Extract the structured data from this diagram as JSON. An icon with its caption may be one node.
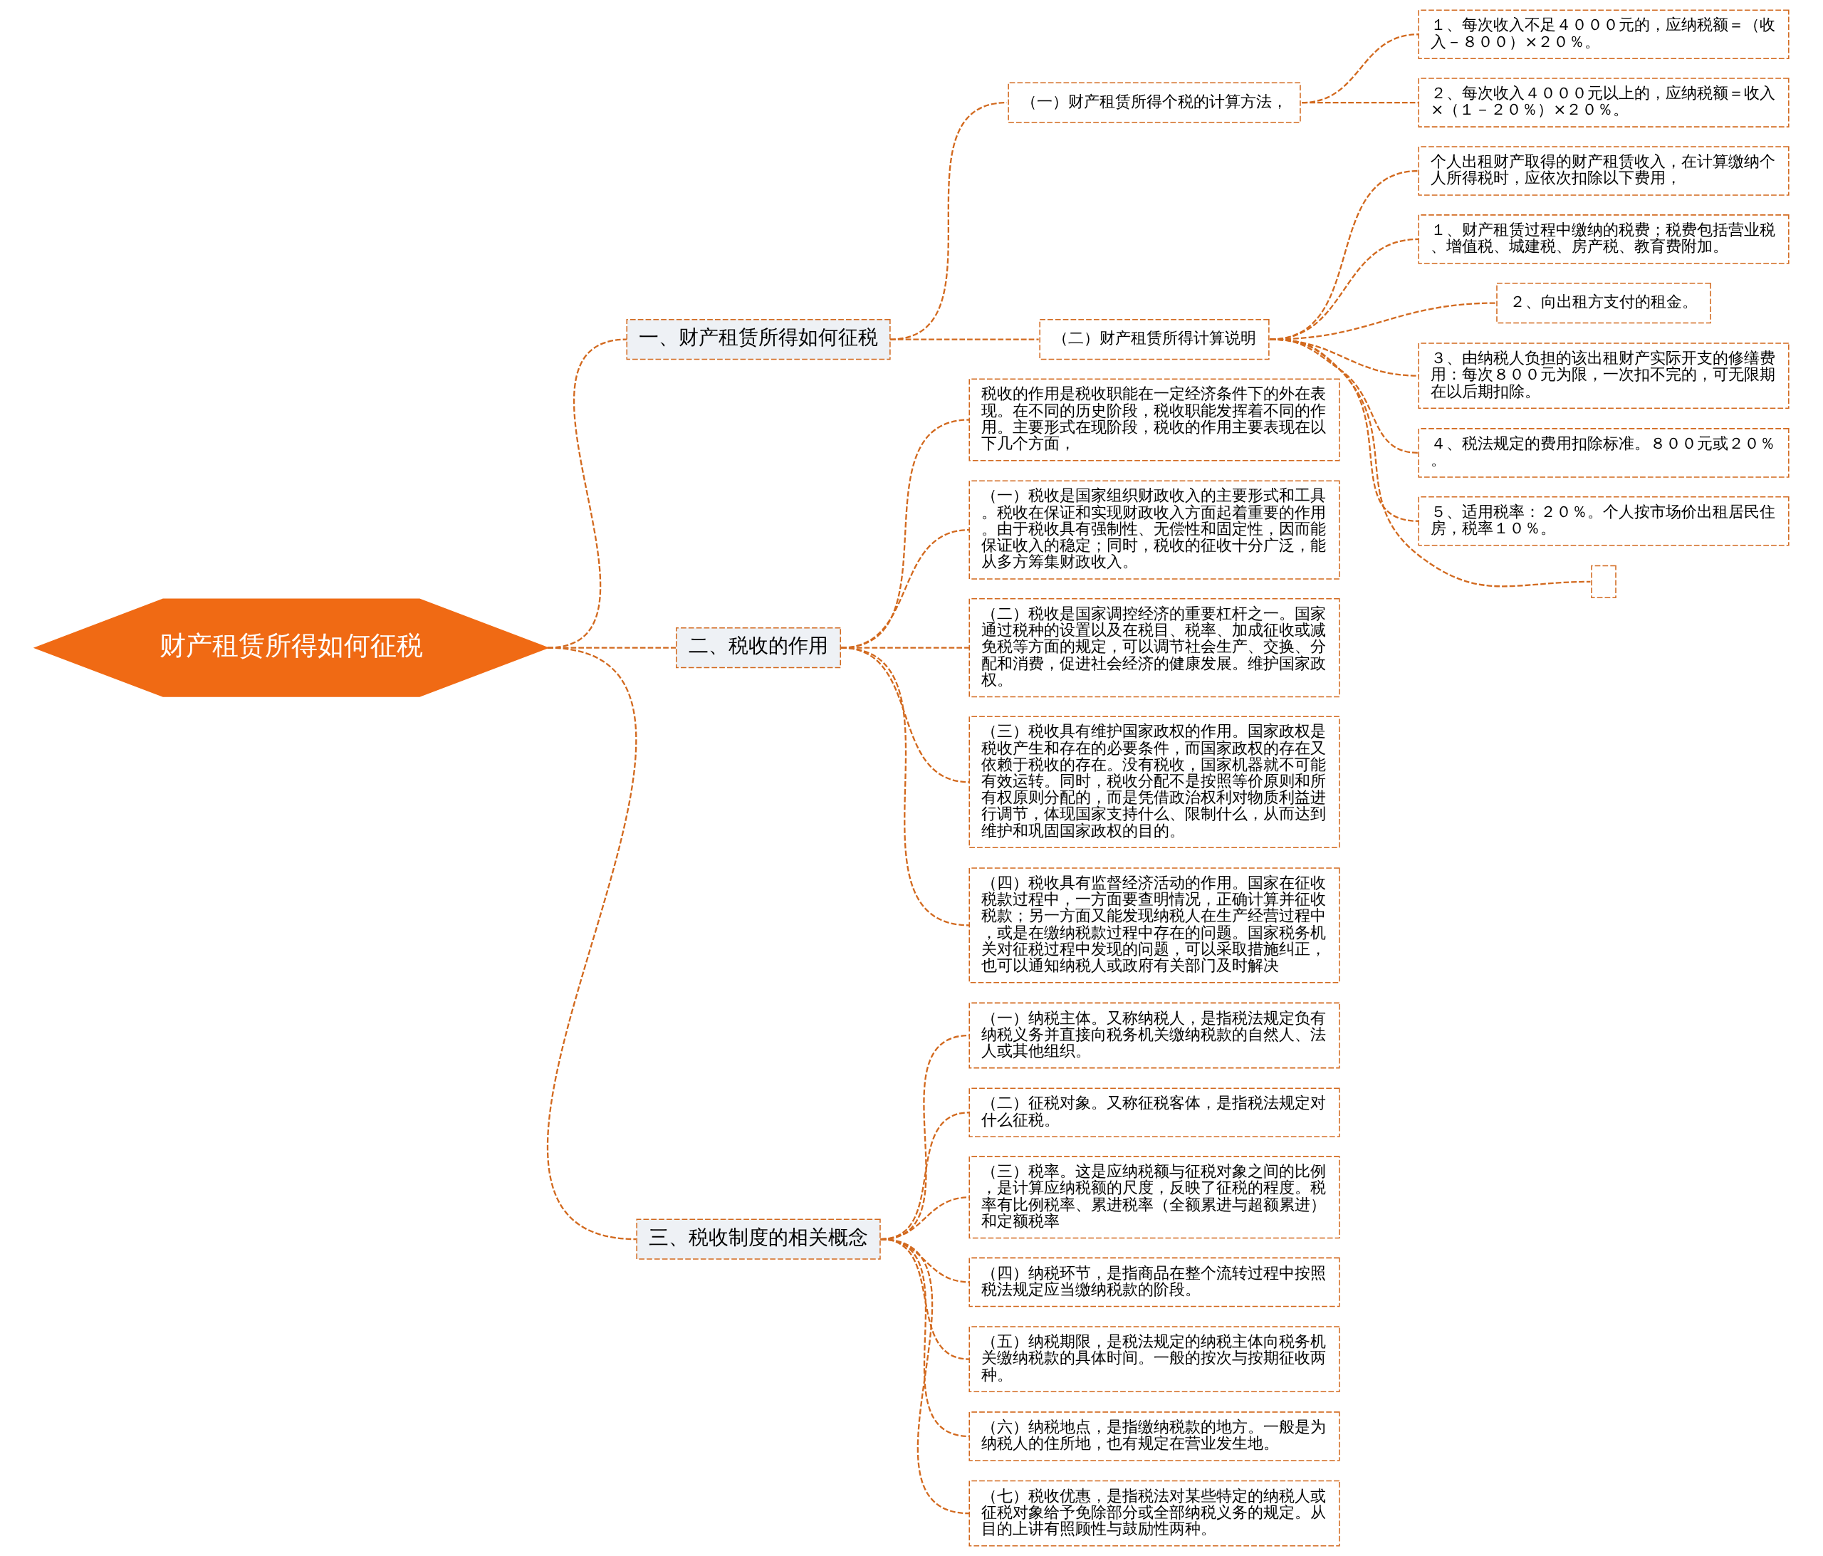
{
  "diagram": {
    "nodes": [
      {
        "text": [
          "财产租赁所得如何征税"
        ]
      },
      {
        "text": [
          "一、财产租赁所得如何征税"
        ]
      },
      {
        "text": [
          "（一）财产租赁所得个税的计算方法，"
        ]
      },
      {
        "text": [
          "１、每次收入不足４０００元的，应纳税额＝（收入－８００）×２０％。"
        ]
      },
      {
        "text": [
          "２、每次收入４０００元以上的，应纳税额＝收入×（１－２０％）×２０％。"
        ]
      },
      {
        "text": [
          "（二）财产租赁所得计算说明"
        ]
      },
      {
        "text": [
          "个人出租财产取得的财产租赁收入，在计算缴纳个人所得税时，应依次扣除以下费用，"
        ]
      },
      {
        "text": [
          "１、财产租赁过程中缴纳的税费；税费包括营业税、增值税、城建税、房产税、教育费附加。"
        ]
      },
      {
        "text": [
          "２、向出租方支付的租金。"
        ]
      },
      {
        "text": [
          "３、由纳税人负担的该出租财产实际开支的修缮费用：每次８００元为限，一次扣不完的，可无限期在以后期扣除。"
        ]
      },
      {
        "text": [
          "４、税法规定的费用扣除标准。８００元或２０％。"
        ]
      },
      {
        "text": [
          "５、适用税率：２０％。个人按市场价出租居民住房，税率１０％。"
        ]
      },
      {
        "text": [],
        "shape": "box"
      },
      {
        "text": [
          "二、税收的作用"
        ]
      },
      {
        "text": [
          "税收的作用是税收职能在一定经济条件下的外在表现。在不同的历史阶段，税收职能发挥着不同的作用。主要形式在现阶段，税收的作用主要表现在以下几个方面，"
        ]
      },
      {
        "text": [
          "（一）税收是国家组织财政收入的主要形式和工具。税收在保证和实现财政收入方面起着重要的作用。由于税收具有强制性、无偿性和固定性，因而能保证收入的稳定；同时，税收的征收十分广泛，能从多方筹集财政收入。"
        ]
      },
      {
        "text": [
          "（二）税收是国家调控经济的重要杠杆之一。国家通过税种的设置以及在税目、税率、加成征收或减免税等方面的规定，可以调节社会生产、交换、分配和消费，促进社会经济的健康发展。维护国家政权。"
        ]
      },
      {
        "text": [
          "（三）税收具有维护国家政权的作用。国家政权是税收产生和存在的必要条件，而国家政权的存在又依赖于税收的存在。没有税收，国家机器就不可能有效运转。同时，税收分配不是按照等价原则和所有权原则分配的，而是凭借政治权利对物质利益进行调节，体现国家支持什么、限制什么，从而达到维护和巩固国家政权的目的。"
        ]
      },
      {
        "text": [
          "（四）税收具有监督经济活动的作用。国家在征收税款过程中，一方面要查明情况，正确计算并征收税款；另一方面又能发现纳税人在生产经营过程中，或是在缴纳税款过程中存在的问题。国家税务机关对征税过程中发现的问题，可以采取措施纠正，也可以通知纳税人或政府有关部门及时解决"
        ]
      },
      {
        "text": [
          "三、税收制度的相关概念"
        ]
      },
      {
        "text": [
          "（一）纳税主体。又称纳税人，是指税法规定负有纳税义务并直接向税务机关缴纳税款的自然人、法人或其他组织。"
        ]
      },
      {
        "text": [
          "（二）征税对象。又称征税客体，是指税法规定对什么征税。"
        ]
      },
      {
        "text": [
          "（三）税率。这是应纳税额与征税对象之间的比例，是计算应纳税额的尺度，反映了征税的程度。税率有比例税率、累进税率（全额累进与超额累进）和定额税率"
        ]
      },
      {
        "text": [
          "（四）纳税环节，是指商品在整个流转过程中按照税法规定应当缴纳税款的阶段。"
        ]
      },
      {
        "text": [
          "（五）纳税期限，是税法规定的纳税主体向税务机关缴纳税款的具体时间。一般的按次与按期征收两种。"
        ]
      },
      {
        "text": [
          "（六）纳税地点，是指缴纳税款的地方。一般是为纳税人的住所地，也有规定在营业发生地。"
        ]
      },
      {
        "text": [
          "（七）税收优惠，是指税法对某些特定的纳税人或征税对象给予免除部分或全部纳税义务的规定。从目的上讲有照顾性与鼓励性两种。"
        ]
      }
    ],
    "edges": [
      {
        "from": 0,
        "to": 1,
        "arrow": "none"
      },
      {
        "from": 1,
        "to": 2,
        "arrow": "none"
      },
      {
        "from": 2,
        "to": 3,
        "arrow": "none"
      },
      {
        "from": 2,
        "to": 4,
        "arrow": "none"
      },
      {
        "from": 1,
        "to": 5,
        "arrow": "none"
      },
      {
        "from": 5,
        "to": 6,
        "arrow": "none"
      },
      {
        "from": 5,
        "to": 7,
        "arrow": "none"
      },
      {
        "from": 5,
        "to": 8,
        "arrow": "none"
      },
      {
        "from": 5,
        "to": 9,
        "arrow": "none"
      },
      {
        "from": 5,
        "to": 10,
        "arrow": "none"
      },
      {
        "from": 5,
        "to": 11,
        "arrow": "none"
      },
      {
        "from": 5,
        "to": 12,
        "arrow": "none"
      },
      {
        "from": 0,
        "to": 13,
        "arrow": "none"
      },
      {
        "from": 13,
        "to": 14,
        "arrow": "none"
      },
      {
        "from": 13,
        "to": 15,
        "arrow": "none"
      },
      {
        "from": 13,
        "to": 16,
        "arrow": "none"
      },
      {
        "from": 13,
        "to": 17,
        "arrow": "none"
      },
      {
        "from": 13,
        "to": 18,
        "arrow": "none"
      },
      {
        "from": 0,
        "to": 19,
        "arrow": "none"
      },
      {
        "from": 19,
        "to": 20,
        "arrow": "none"
      },
      {
        "from": 19,
        "to": 21,
        "arrow": "none"
      },
      {
        "from": 19,
        "to": 22,
        "arrow": "none"
      },
      {
        "from": 19,
        "to": 23,
        "arrow": "none"
      },
      {
        "from": 19,
        "to": 24,
        "arrow": "none"
      },
      {
        "from": 19,
        "to": 25,
        "arrow": "none"
      },
      {
        "from": 19,
        "to": 26,
        "arrow": "none"
      }
    ]
  }
}
